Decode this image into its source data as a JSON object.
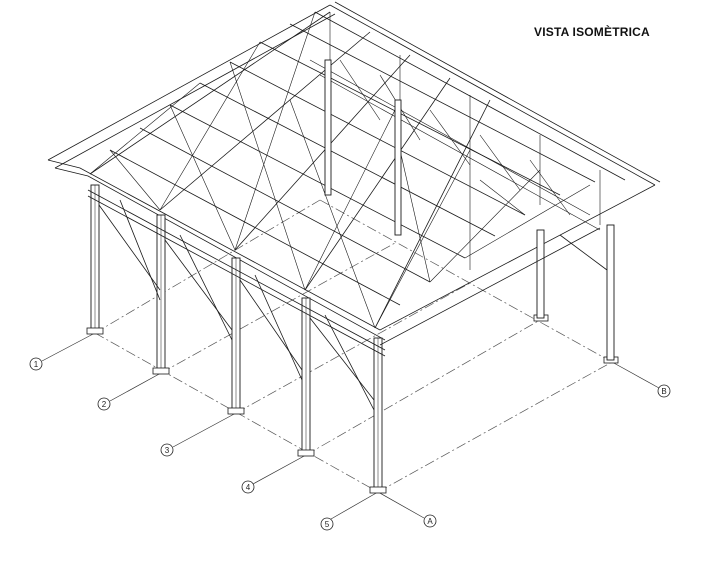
{
  "drawing": {
    "title": "VISTA ISOMÈTRICA",
    "grid_axes": {
      "numbered": [
        "1",
        "2",
        "3",
        "4",
        "5"
      ],
      "lettered": [
        "A",
        "B"
      ]
    },
    "line_color": "#1a1a1a",
    "dash_color": "#555555"
  }
}
